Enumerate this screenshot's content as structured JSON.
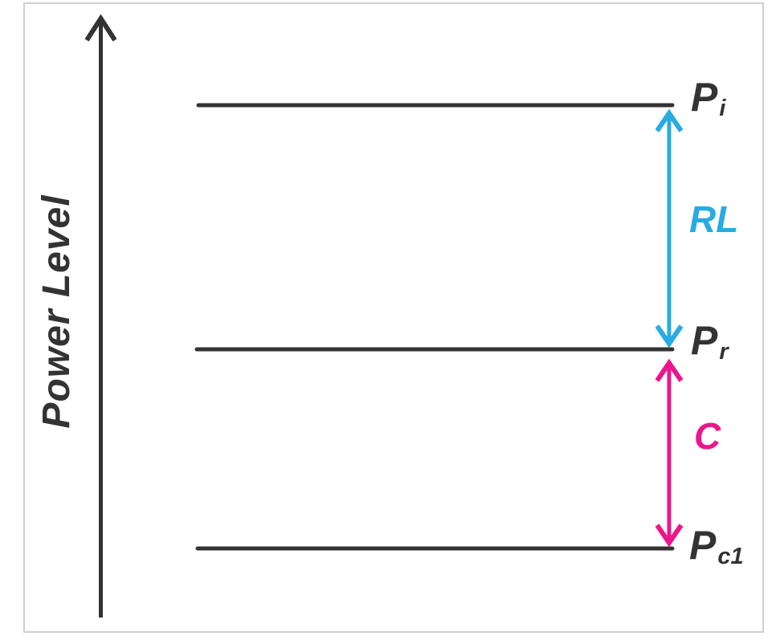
{
  "axis": {
    "label": "Power Level"
  },
  "colors": {
    "ink": "#333333",
    "frame_border": "#cfcfcf",
    "rl_arrow": "#29ABE2",
    "c_arrow": "#EC168C"
  },
  "levels": [
    {
      "name": "incident-power",
      "main": "P",
      "sub": "i"
    },
    {
      "name": "reflected-power",
      "main": "P",
      "sub": "r"
    },
    {
      "name": "coupled-power",
      "main": "P",
      "sub": "c1"
    }
  ],
  "annotations": [
    {
      "name": "return-loss",
      "label": "RL",
      "color": "#29ABE2"
    },
    {
      "name": "coupling",
      "label": "C",
      "color": "#EC168C"
    }
  ]
}
